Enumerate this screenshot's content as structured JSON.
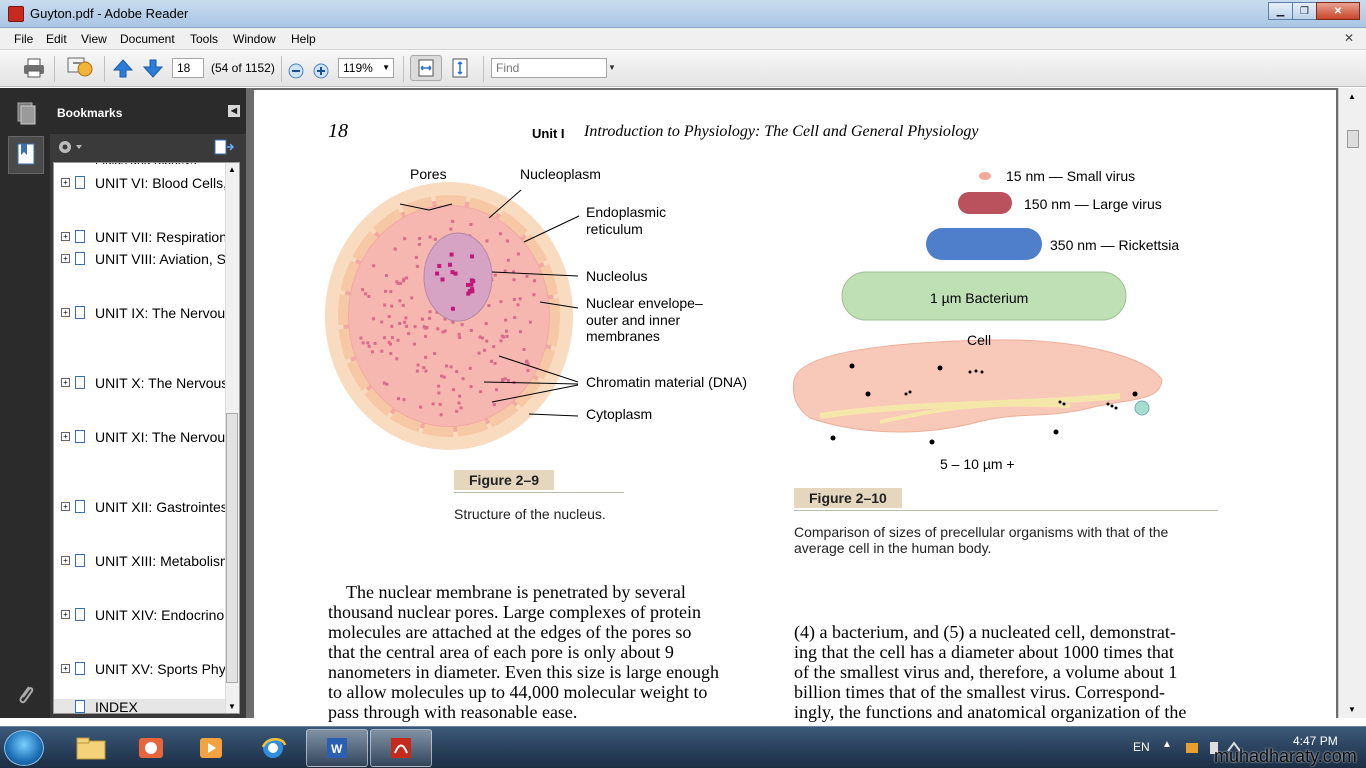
{
  "window": {
    "title": "Guyton.pdf - Adobe Reader"
  },
  "menu": [
    "File",
    "Edit",
    "View",
    "Document",
    "Tools",
    "Window",
    "Help"
  ],
  "toolbar": {
    "page_value": "18",
    "page_count": "(54 of 1152)",
    "zoom": "119%",
    "find_placeholder": "Find"
  },
  "bookmarks": {
    "title": "Bookmarks",
    "items": [
      {
        "label": "UNIT VI: Blood Cells, Immunity, and Blood Clotting"
      },
      {
        "label": "UNIT VII: Respiration"
      },
      {
        "label": "UNIT VIII: Aviation, Space, and Deep-Sea Diving Physiology"
      },
      {
        "label": "UNIT IX: The Nervous System: A. General Principles and Sensory Physiology"
      },
      {
        "label": "UNIT X: The Nervous System: B. The Special Senses"
      },
      {
        "label": "UNIT XI: The Nervous System: C. Motor and Integrative Neurophysiology"
      },
      {
        "label": "UNIT XII: Gastrointestinal Physiology"
      },
      {
        "label": "UNIT XIII: Metabolism and Temperature Regulation"
      },
      {
        "label": "UNIT XIV: Endocrinology and Reproduction"
      },
      {
        "label": "UNIT XV: Sports Physiology"
      },
      {
        "label": "INDEX"
      }
    ]
  },
  "page": {
    "number": "18",
    "unit": "Unit I",
    "running_head": "Introduction to Physiology: The Cell and General Physiology",
    "fig9": {
      "labels": {
        "pores": "Pores",
        "nucleoplasm": "Nucleoplasm",
        "er1": "Endoplasmic",
        "er2": "reticulum",
        "nucleolus": "Nucleolus",
        "env1": "Nuclear envelope–",
        "env2": "outer and inner",
        "env3": "membranes",
        "chromatin": "Chromatin material (DNA)",
        "cytoplasm": "Cytoplasm"
      },
      "tag": "Figure 2–9",
      "caption": "Structure of the nucleus."
    },
    "fig10": {
      "labels": {
        "small_virus": "15 nm — Small virus",
        "large_virus": "150 nm — Large virus",
        "rickettsia": "350 nm — Rickettsia",
        "bacterium": "1 µm  Bacterium",
        "cell": "Cell",
        "cell_size": "5 – 10 µm +"
      },
      "tag": "Figure 2–10",
      "caption1": "Comparison of sizes of precellular organisms with that of the",
      "caption2": "average cell in the human body."
    },
    "left_text": [
      {
        "t": "The nuclear membrane is penetrated by several"
      },
      {
        "t": "thousand nuclear pores. Large complexes of protein"
      },
      {
        "t": "molecules are attached at the edges of the pores so"
      },
      {
        "t": "that the central area of each pore is only about 9"
      },
      {
        "t": "nanometers in diameter. Even this size is large enough"
      },
      {
        "t": "to allow molecules up to 44,000 molecular weight to"
      },
      {
        "t": "pass through with reasonable ease."
      }
    ],
    "right_text": [
      {
        "t": "(4) a bacterium, and (5) a nucleated cell, demonstrat-"
      },
      {
        "t": "ing that the cell has a diameter about 1000 times that"
      },
      {
        "t": "of the smallest virus and, therefore, a volume about 1"
      },
      {
        "t": "billion times that of the smallest virus. Correspond-"
      },
      {
        "t": "ingly, the functions and anatomical organization of the"
      }
    ]
  },
  "taskbar": {
    "lang": "EN",
    "time": "4:47 PM"
  },
  "watermark": "muhadharaty.com"
}
